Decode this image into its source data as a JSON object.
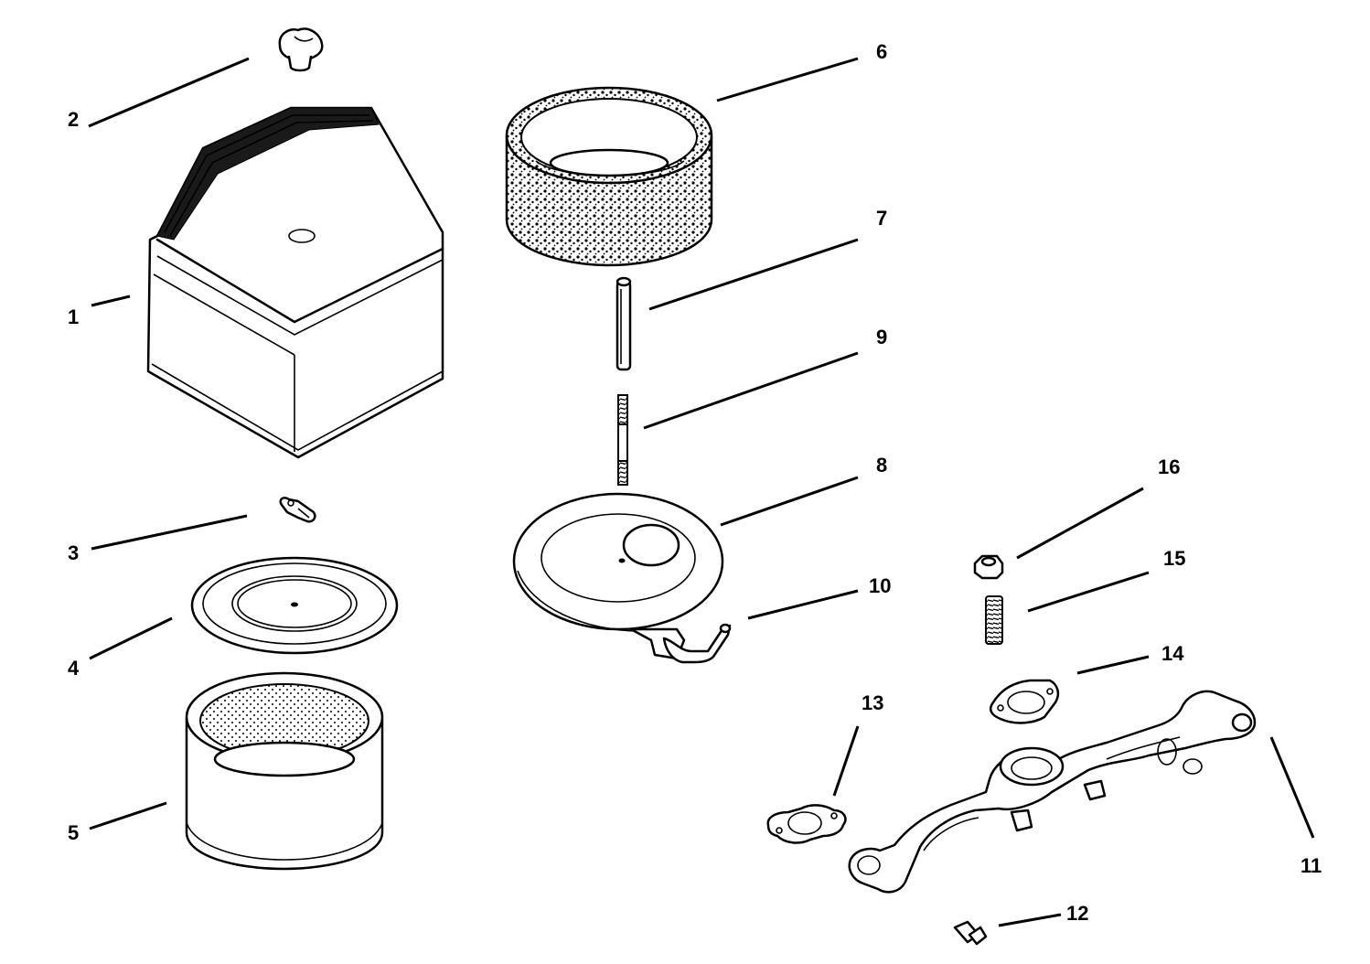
{
  "callouts": [
    {
      "id": "1",
      "label": "1"
    },
    {
      "id": "2",
      "label": "2"
    },
    {
      "id": "3",
      "label": "3"
    },
    {
      "id": "4",
      "label": "4"
    },
    {
      "id": "5",
      "label": "5"
    },
    {
      "id": "6",
      "label": "6"
    },
    {
      "id": "7",
      "label": "7"
    },
    {
      "id": "8",
      "label": "8"
    },
    {
      "id": "9",
      "label": "9"
    },
    {
      "id": "10",
      "label": "10"
    },
    {
      "id": "11",
      "label": "11"
    },
    {
      "id": "12",
      "label": "12"
    },
    {
      "id": "13",
      "label": "13"
    },
    {
      "id": "14",
      "label": "14"
    },
    {
      "id": "15",
      "label": "15"
    },
    {
      "id": "16",
      "label": "16"
    }
  ],
  "parts": [
    {
      "id": "1",
      "shape": "air-cleaner-cover"
    },
    {
      "id": "2",
      "shape": "cover-knob"
    },
    {
      "id": "3",
      "shape": "wing-nut"
    },
    {
      "id": "4",
      "shape": "cartridge-cover-plate"
    },
    {
      "id": "5",
      "shape": "paper-cartridge"
    },
    {
      "id": "6",
      "shape": "foam-precleaner"
    },
    {
      "id": "7",
      "shape": "spacer-tube"
    },
    {
      "id": "8",
      "shape": "base-plate"
    },
    {
      "id": "9",
      "shape": "threaded-stud"
    },
    {
      "id": "10",
      "shape": "breather-tube"
    },
    {
      "id": "11",
      "shape": "intake-manifold"
    },
    {
      "id": "12",
      "shape": "screw"
    },
    {
      "id": "13",
      "shape": "manifold-gasket"
    },
    {
      "id": "14",
      "shape": "carburetor-gasket"
    },
    {
      "id": "15",
      "shape": "stud"
    },
    {
      "id": "16",
      "shape": "nut"
    }
  ]
}
